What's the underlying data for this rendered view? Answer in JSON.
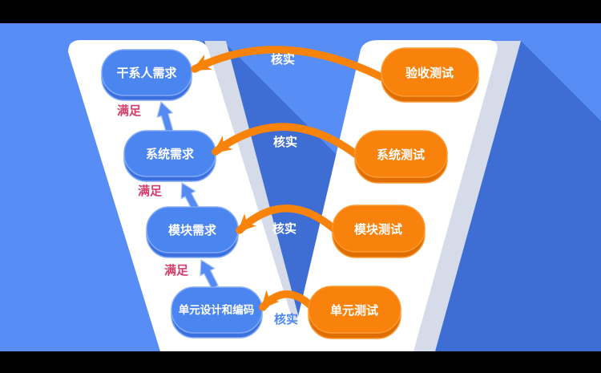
{
  "diagram": {
    "type": "v-model",
    "left_nodes": [
      {
        "label": "干系人需求"
      },
      {
        "label": "系统需求"
      },
      {
        "label": "模块需求"
      },
      {
        "label": "单元设计和编码"
      }
    ],
    "right_nodes": [
      {
        "label": "验收测试"
      },
      {
        "label": "系统测试"
      },
      {
        "label": "模块测试"
      },
      {
        "label": "单元测试"
      }
    ],
    "edge_labels": {
      "verify": [
        "核实",
        "核实",
        "核实",
        "核实"
      ],
      "satisfy": [
        "满足",
        "满足",
        "满足"
      ]
    },
    "colors": {
      "letterbox": "#000000",
      "background_blue": "#578df4",
      "long_shadow_blue": "#3e6dd4",
      "v_fill": "#ffffff",
      "v_edge_gray": "#d5dbe8",
      "node_blue": "#4b85f0",
      "node_blue_lip": "#3a6fde",
      "node_blue_outline": "#82a9f6",
      "node_orange": "#f8820b",
      "node_orange_lip": "#e06d00",
      "node_orange_outline": "#fa9a33",
      "arrow_orange": "#f8830b",
      "arrow_blue": "#548af2",
      "satisfy_text": "#d43d6b",
      "verify_text_on_blue": "#ffffff",
      "verify_text_on_white": "#4c87f2"
    }
  }
}
